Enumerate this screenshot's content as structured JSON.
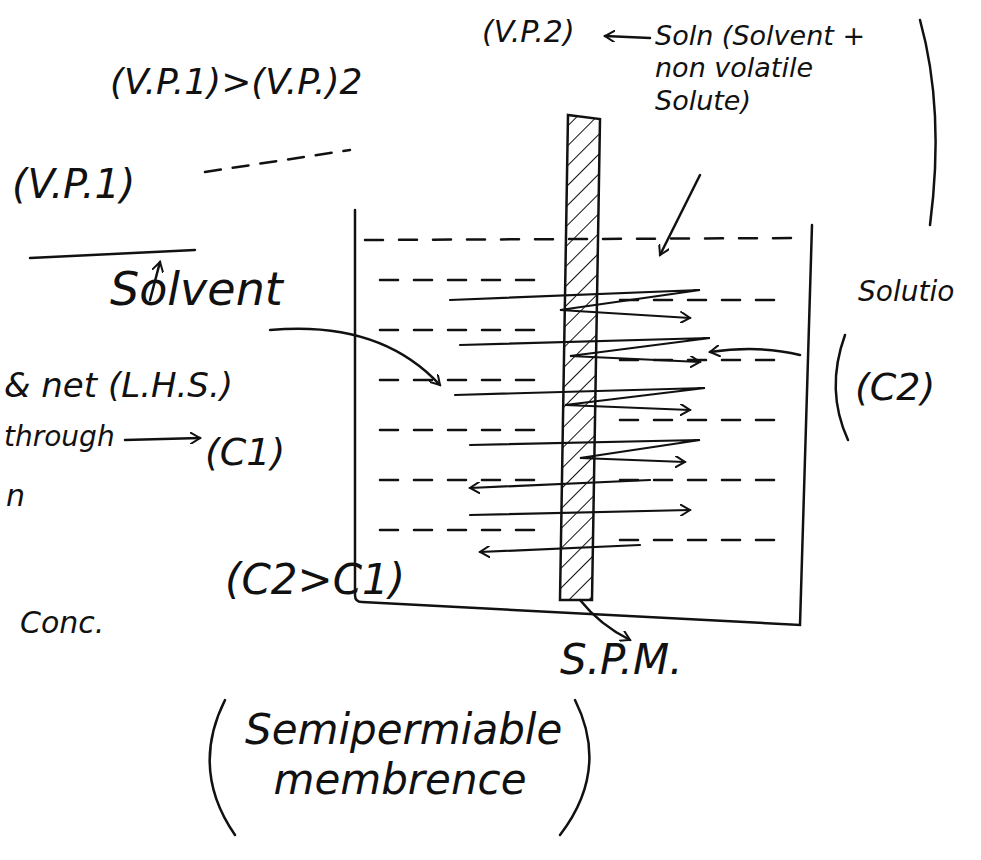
{
  "diagram": {
    "labels": [
      "(V.P.1)>(V.P.)2",
      "(V.P.2)",
      "Soln (Solvent + non volatile Solute)",
      "(V.P.1)",
      "Solvent",
      "Solutio",
      "& net (L.H.S.)",
      "through",
      "(C1)",
      "n",
      "(C2>C1)",
      "(C2)",
      "Conc.",
      "S.P.M.",
      "Semipermiable membrence"
    ]
  }
}
